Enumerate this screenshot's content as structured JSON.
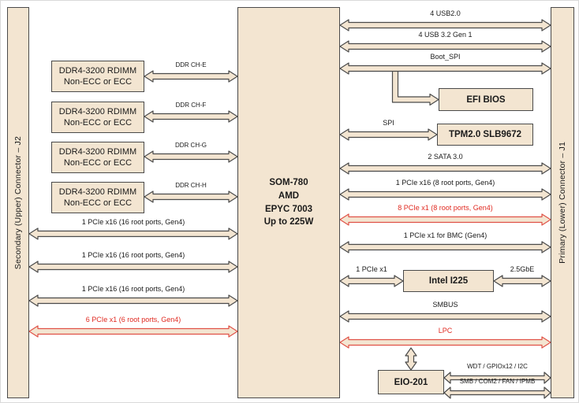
{
  "colors": {
    "beige": "#f3e5d1",
    "outline": "#4a4a4a",
    "red_outline": "#e05247",
    "red_text": "#e02a21",
    "text": "#1a1a1a"
  },
  "connectors": {
    "left": "Secondary (Upper) Connector – J2",
    "right": "Primary (Lower) Connector – J1"
  },
  "som": {
    "lines": [
      "SOM-780",
      "AMD",
      "EPYC 7003",
      "Up to 225W"
    ]
  },
  "memory": [
    {
      "line1": "DDR4-3200 RDIMM",
      "line2": "Non-ECC or ECC",
      "channel": "DDR CH-E"
    },
    {
      "line1": "DDR4-3200 RDIMM",
      "line2": "Non-ECC or ECC",
      "channel": "DDR CH-F"
    },
    {
      "line1": "DDR4-3200 RDIMM",
      "line2": "Non-ECC or ECC",
      "channel": "DDR CH-G"
    },
    {
      "line1": "DDR4-3200 RDIMM",
      "line2": "Non-ECC or ECC",
      "channel": "DDR CH-H"
    }
  ],
  "left_buses": [
    {
      "label": "1 PCIe x16 (16 root ports, Gen4)"
    },
    {
      "label": "1 PCIe x16 (16 root ports, Gen4)"
    },
    {
      "label": "1 PCIe x16 (16 root ports, Gen4)"
    },
    {
      "label": "6 PCIe x1 (6 root ports, Gen4)",
      "red": true
    }
  ],
  "right_buses": [
    {
      "label": "4 USB2.0"
    },
    {
      "label": "4 USB 3.2 Gen 1"
    },
    {
      "label": "Boot_SPI"
    },
    {
      "label": "SPI"
    },
    {
      "label": "2 SATA 3.0"
    },
    {
      "label": "1 PCIe x16 (8 root ports, Gen4)"
    },
    {
      "label": "8 PCIe x1 (8 root ports, Gen4)",
      "red": true
    },
    {
      "label": "1 PCIe x1 for BMC (Gen4)"
    },
    {
      "label": "1 PCIe x1"
    },
    {
      "label": "2.5GbE"
    },
    {
      "label": "SMBUS"
    },
    {
      "label": "LPC",
      "red": true
    },
    {
      "label": "WDT / GPIOx12 / I2C"
    },
    {
      "label": "SMB / COM2 / FAN / IPMB"
    }
  ],
  "chips": {
    "efi_bios": "EFI BIOS",
    "tpm": "TPM2.0 SLB9672",
    "ethernet": "Intel I225",
    "eio": "EIO-201"
  }
}
